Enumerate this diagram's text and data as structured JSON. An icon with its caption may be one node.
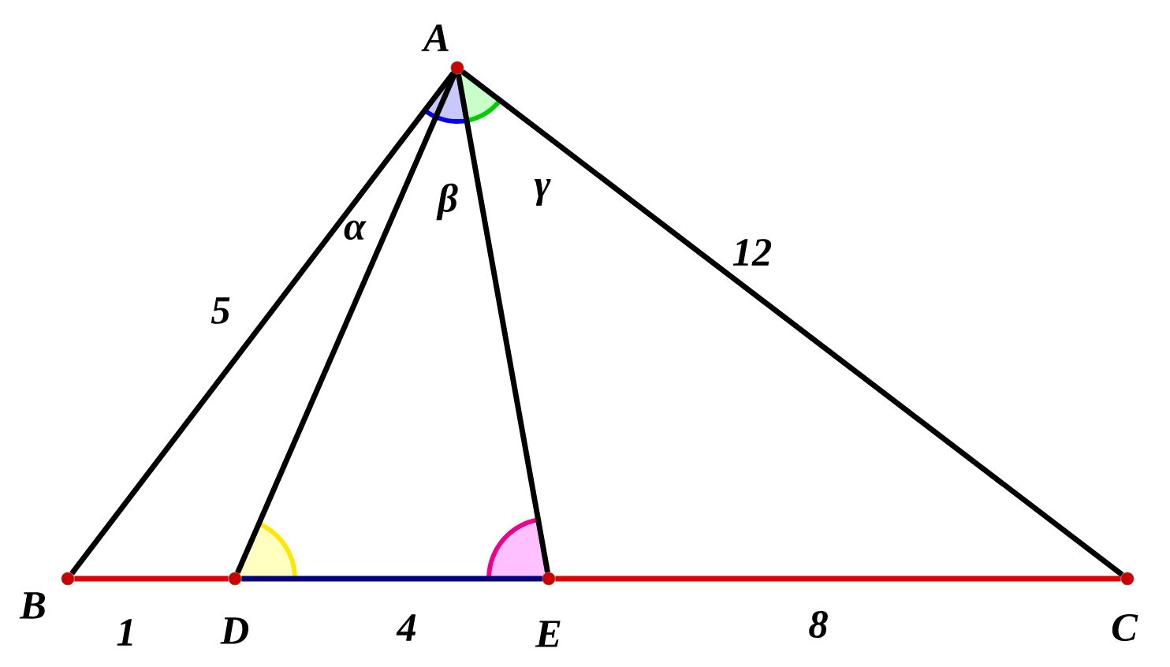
{
  "diagram": {
    "nodes": [
      {
        "text": [
          "A"
        ]
      },
      {
        "text": [
          "B"
        ]
      },
      {
        "text": [
          "D"
        ]
      },
      {
        "text": [
          "E"
        ]
      },
      {
        "text": [
          "C"
        ]
      }
    ],
    "edges": [
      {
        "from": 0,
        "to": 1,
        "arrow": "none",
        "label": "5"
      },
      {
        "from": 0,
        "to": 2,
        "arrow": "none"
      },
      {
        "from": 0,
        "to": 3,
        "arrow": "none"
      },
      {
        "from": 0,
        "to": 4,
        "arrow": "none",
        "label": "12"
      },
      {
        "from": 1,
        "to": 2,
        "arrow": "none",
        "label": "1",
        "color": "#e00000"
      },
      {
        "from": 2,
        "to": 3,
        "arrow": "none",
        "label": "4",
        "color": "#000080"
      },
      {
        "from": 3,
        "to": 4,
        "arrow": "none",
        "label": "8",
        "color": "#e00000"
      }
    ],
    "labels": [
      "α",
      "β",
      "γ"
    ]
  }
}
